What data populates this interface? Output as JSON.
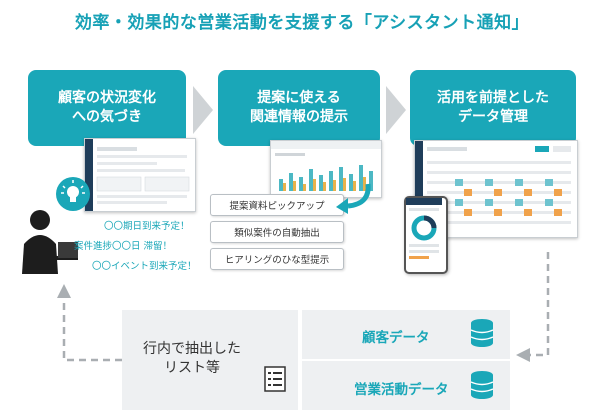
{
  "title": "効率・効果的な営業活動を支援する「アシスタント通知」",
  "steps": [
    {
      "label": "顧客の状況変化\nへの気づき"
    },
    {
      "label": "提案に使える\n関連情報の提示"
    },
    {
      "label": "活用を前提とした\nデータ管理"
    }
  ],
  "features": [
    "提案資料ピックアップ",
    "類似案件の自動抽出",
    "ヒアリングのひな型提示"
  ],
  "alerts": [
    "〇〇期日到来予定！",
    "案件進捗〇〇日 滞留！",
    "〇〇イベント到来予定！"
  ],
  "list_panel": {
    "label": "行内で抽出した\nリスト等"
  },
  "data_sources": [
    "顧客データ",
    "営業活動データ"
  ],
  "colors": {
    "accent": "#1aa7b8",
    "chevron": "#cfd3d6",
    "panel": "#eef0f2",
    "navy": "#1f3d5a"
  }
}
